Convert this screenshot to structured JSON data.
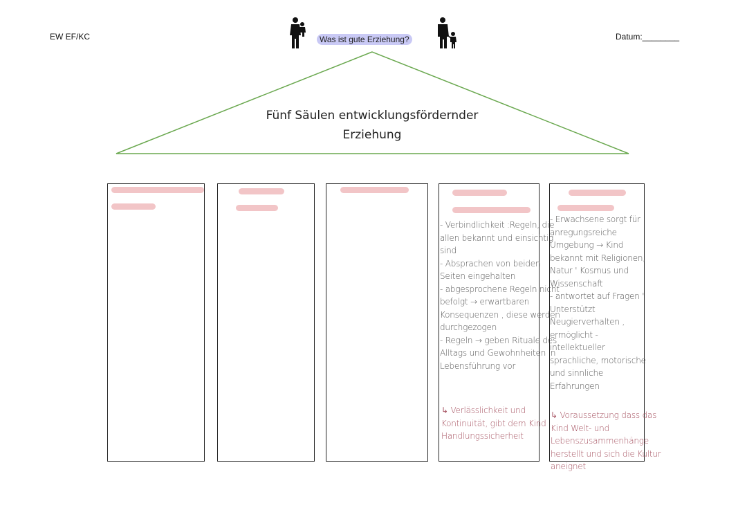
{
  "header": {
    "course": "EW EF/KC",
    "title": "Was ist gute Erziehung?",
    "date_label": "Datum:________"
  },
  "icons": [
    "parent-carrying-child-icon",
    "parent-with-child-icon"
  ],
  "roof": {
    "line1": "Fünf Säulen entwicklungsfördernder",
    "line2": "Erziehung",
    "color": "#6aa84f"
  },
  "highlight_color": "#f2c5c7",
  "pillars": [
    {
      "notes": "",
      "conclusion": ""
    },
    {
      "notes": "",
      "conclusion": ""
    },
    {
      "notes": "",
      "conclusion": ""
    },
    {
      "notes": "- Verbindlichkeit :Regeln, die\nallen bekannt und einsichtig\nsind\n- Absprachen von beiden\nSeiten eingehalten\n- abgesprochene Regeln nicht\nbefolgt → erwartbaren\nKonsequenzen , diese werden\ndurchgezogen\n- Regeln → geben Rituale des\nAlltags und Gewohnheiten in\nLebensführung vor",
      "conclusion": "↳ Verlässlichkeit und\nKontinuität, gibt dem Kind\nHandlungssicherheit"
    },
    {
      "notes": "- Erwachsene sorgt für\nanregungsreiche\nUmgebung → Kind\nbekannt mit Religionen,\nNatur ' Kosmus und\nWissenschaft\n- antwortet auf Fragen '\nUnterstützt\nNeugierverhalten ,\nermöglicht -\nintellektueller\nsprachliche, motorische\nund sinnliche\nErfahrungen",
      "conclusion": "↳ Voraussetzung dass das\nKind Welt- und\nLebenszusammenhänge\nherstellt und sich die Kultur\naneignet"
    }
  ]
}
